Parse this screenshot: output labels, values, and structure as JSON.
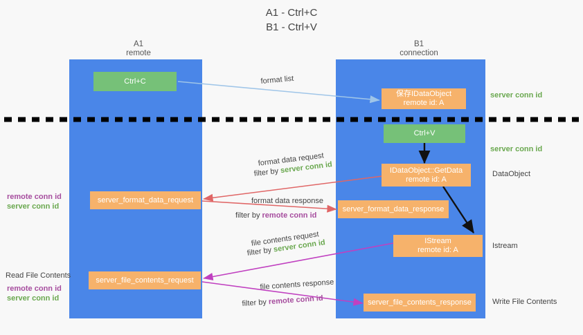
{
  "title": {
    "line1": "A1 - Ctrl+C",
    "line2": "B1 - Ctrl+V"
  },
  "lanes": [
    {
      "id": "a1",
      "name": "A1",
      "sub": "remote",
      "color": "#4a86e8"
    },
    {
      "id": "b1",
      "name": "B1",
      "sub": "connection",
      "color": "#4a86e8"
    }
  ],
  "colors": {
    "lane": "#4a86e8",
    "box_orange": "#f6b26b",
    "box_green": "#76c178",
    "server_conn_id": "#6aa84f",
    "remote_conn_id": "#a64d9e",
    "arrow_format_list": "#9fc5e8",
    "arrow_format_data": "#e06666",
    "arrow_file_contents": "#c040c0",
    "arrow_black": "#000000",
    "divider": "#000000",
    "background": "#f8f8f8"
  },
  "nodes": {
    "ctrl_c": {
      "line1": "Ctrl+C"
    },
    "save_dataobject": {
      "line1": "保存IDataObject",
      "line2": "remote id: A"
    },
    "ctrl_v": {
      "line1": "Ctrl+V"
    },
    "getdata": {
      "line1": "IDataObject::GetData",
      "line2": "remote id: A"
    },
    "istream": {
      "line1": "IStream",
      "line2": "remote id: A"
    },
    "format_data_request": {
      "line1": "server_format_data_request"
    },
    "format_data_response": {
      "line1": "server_format_data_response"
    },
    "file_contents_request": {
      "line1": "server_file_contents_request"
    },
    "file_contents_response": {
      "line1": "server_file_contents_response"
    }
  },
  "arrow_labels": {
    "format_list": "format list",
    "format_data_request": "format data request",
    "format_data_request_filter_prefix": "filter by ",
    "format_data_request_filter_value": "server conn id",
    "format_data_response": "format data response",
    "format_data_response_filter_prefix": "filter by ",
    "format_data_response_filter_value": "remote conn id",
    "file_contents_request": "file contents request",
    "file_contents_request_filter_prefix": "filter by ",
    "file_contents_request_filter_value": "server conn id",
    "file_contents_response": "file contents response",
    "file_contents_response_filter_prefix": "filter by ",
    "file_contents_response_filter_value": "remote conn id"
  },
  "left_annotations": {
    "conn_ids_1": {
      "remote": "remote conn id",
      "server": "server conn id"
    },
    "read_file_contents": "Read File Contents",
    "conn_ids_2": {
      "remote": "remote conn id",
      "server": "server conn id"
    }
  },
  "right_annotations": {
    "server_conn_id_top": "server conn id",
    "server_conn_id_mid": "server conn id",
    "dataobject": "DataObject",
    "istream": "Istream",
    "write_file_contents": "Write File Contents"
  }
}
